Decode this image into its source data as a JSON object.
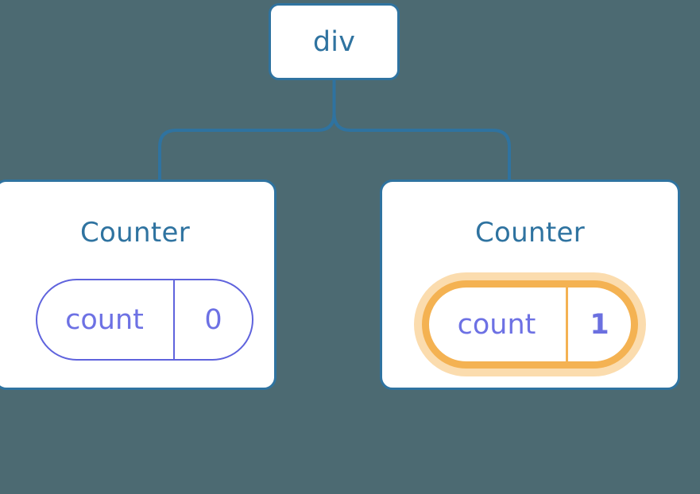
{
  "diagram": {
    "title": "react component tree with highlighted state",
    "background_color": "#4c6a72",
    "node_border_color": "#2f73a0",
    "node_text_color": "#2f73a0",
    "state_color": "#6d71e4",
    "highlight_color": "#f4b252",
    "highlight_glow_color": "#fbdcae"
  },
  "root": {
    "label": "div"
  },
  "children": [
    {
      "id": "left",
      "title": "Counter",
      "state": {
        "key": "count",
        "value": "0",
        "highlighted": false
      },
      "sparkles": false
    },
    {
      "id": "right",
      "title": "Counter",
      "state": {
        "key": "count",
        "value": "1",
        "highlighted": true
      },
      "sparkles": true
    }
  ],
  "icons": {
    "sparkle_large": "sparkle-icon",
    "sparkle_small": "sparkle-icon"
  }
}
